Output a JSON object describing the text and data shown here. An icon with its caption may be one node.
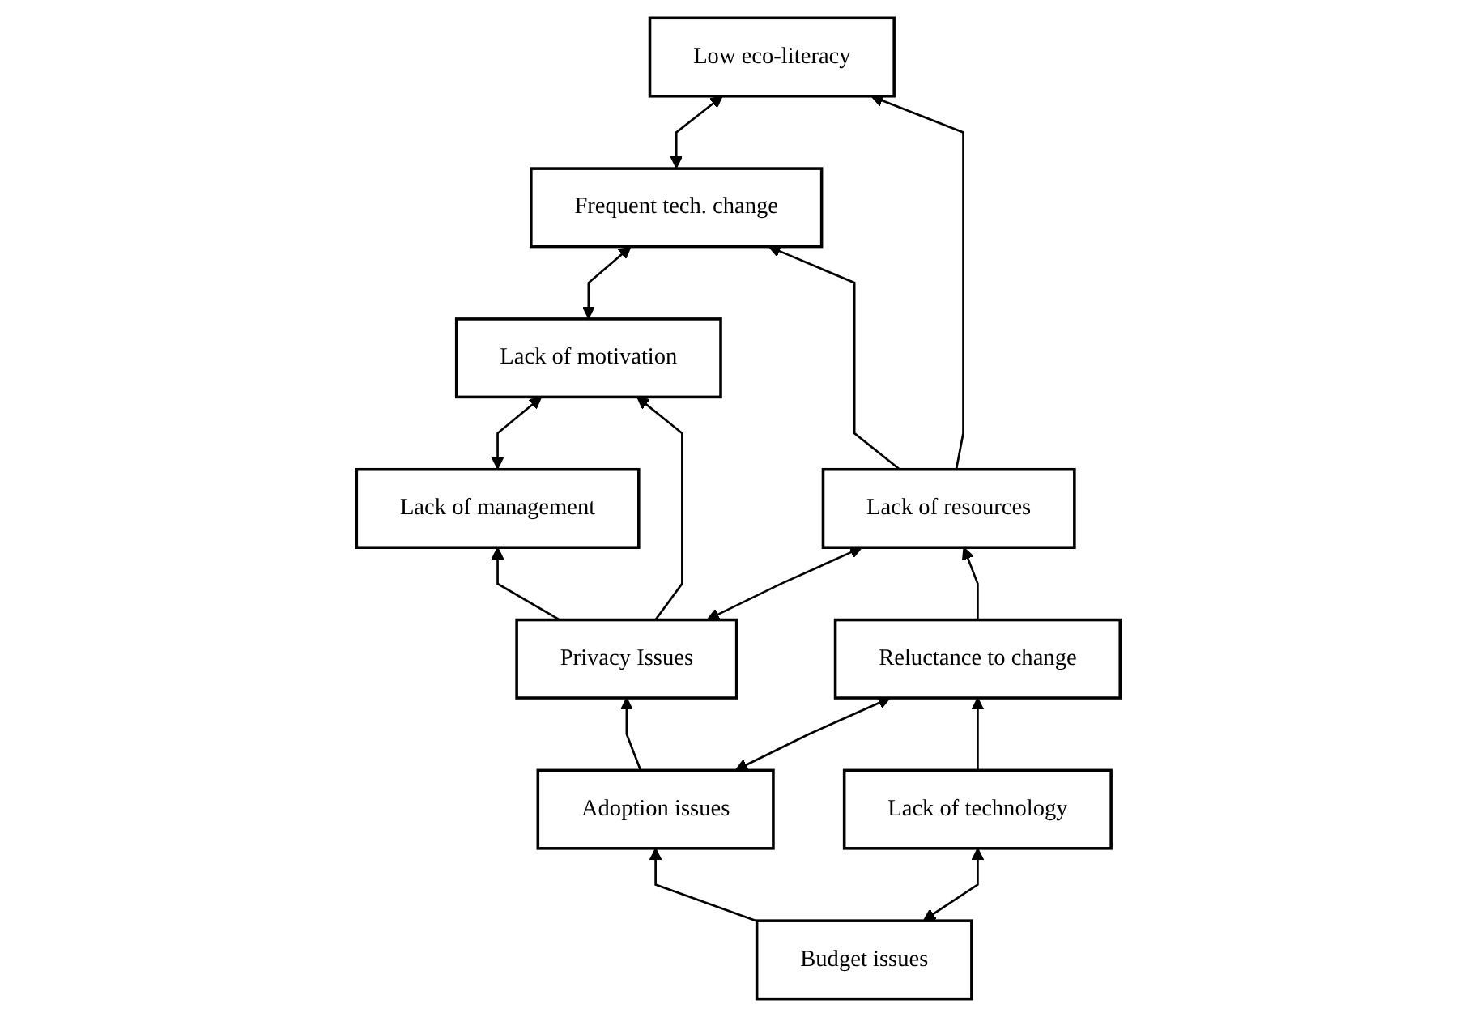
{
  "diagram": {
    "nodes": [
      {
        "text": [
          "Lack of management"
        ]
      },
      {
        "text": [
          "Lack of motivation"
        ]
      },
      {
        "text": [
          "Frequent tech. change"
        ]
      },
      {
        "text": [
          "Low eco-literacy"
        ]
      },
      {
        "text": [
          "Privacy Issues"
        ]
      },
      {
        "text": [
          "Lack of resources"
        ]
      },
      {
        "text": [
          "Adoption issues"
        ]
      },
      {
        "text": [
          "Reluctance to change"
        ]
      },
      {
        "text": [
          "Budget issues"
        ]
      },
      {
        "text": [
          "Lack of technology"
        ]
      }
    ],
    "edges": [
      {
        "from": 0,
        "to": 1,
        "arrow": "both"
      },
      {
        "from": 1,
        "to": 2,
        "arrow": "both"
      },
      {
        "from": 2,
        "to": 3,
        "arrow": "both"
      },
      {
        "from": 4,
        "to": 0,
        "arrow": "to"
      },
      {
        "from": 4,
        "to": 1,
        "arrow": "to"
      },
      {
        "from": 5,
        "to": 2,
        "arrow": "to"
      },
      {
        "from": 5,
        "to": 3,
        "arrow": "to"
      },
      {
        "from": 4,
        "to": 5,
        "arrow": "both"
      },
      {
        "from": 6,
        "to": 4,
        "arrow": "to"
      },
      {
        "from": 7,
        "to": 5,
        "arrow": "to"
      },
      {
        "from": 6,
        "to": 7,
        "arrow": "both"
      },
      {
        "from": 8,
        "to": 6,
        "arrow": "to"
      },
      {
        "from": 9,
        "to": 7,
        "arrow": "to"
      },
      {
        "from": 8,
        "to": 9,
        "arrow": "both"
      }
    ]
  }
}
